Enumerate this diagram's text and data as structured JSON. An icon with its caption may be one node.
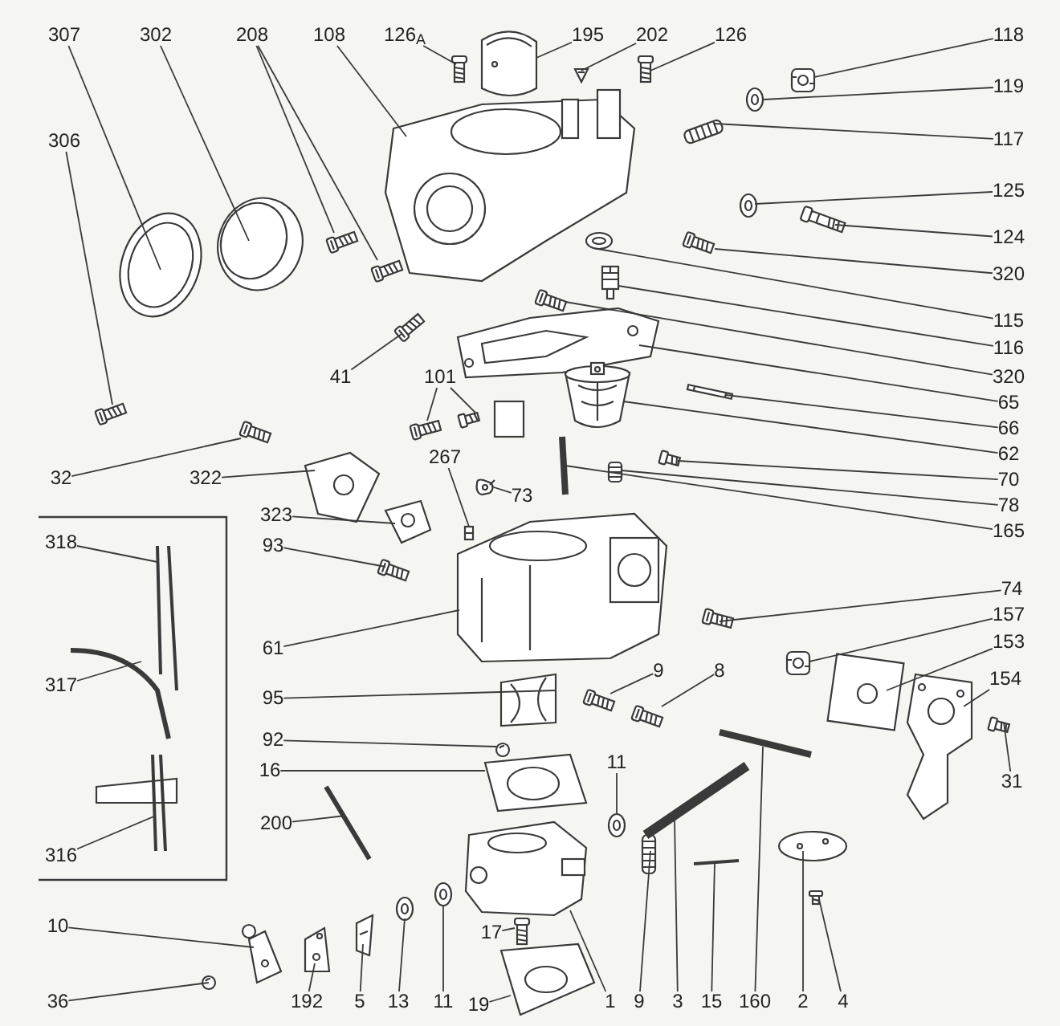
{
  "diagram": {
    "nodes": [
      {
        "text": [
          "307"
        ]
      },
      {
        "text": [
          "302"
        ]
      },
      {
        "text": [
          "208"
        ]
      },
      {
        "text": [
          "108"
        ]
      },
      {
        "text": [
          "126$_{A}$"
        ]
      },
      {
        "text": [
          "195"
        ]
      },
      {
        "text": [
          "202"
        ]
      },
      {
        "text": [
          "126"
        ]
      },
      {
        "text": [
          "118"
        ]
      },
      {
        "text": [
          "119"
        ]
      },
      {
        "text": [
          "117"
        ]
      },
      {
        "text": [
          "125"
        ]
      },
      {
        "text": [
          "124"
        ]
      },
      {
        "text": [
          "320"
        ]
      },
      {
        "text": [
          "115"
        ]
      },
      {
        "text": [
          "116"
        ]
      },
      {
        "text": [
          "320"
        ]
      },
      {
        "text": [
          "65"
        ]
      },
      {
        "text": [
          "66"
        ]
      },
      {
        "text": [
          "62"
        ]
      },
      {
        "text": [
          "70"
        ]
      },
      {
        "text": [
          "78"
        ]
      },
      {
        "text": [
          "165"
        ]
      },
      {
        "text": [
          "306"
        ]
      },
      {
        "text": [
          "41"
        ]
      },
      {
        "text": [
          "101"
        ]
      },
      {
        "text": [
          "32"
        ]
      },
      {
        "text": [
          "322"
        ]
      },
      {
        "text": [
          "267"
        ]
      },
      {
        "text": [
          "73"
        ]
      },
      {
        "text": [
          "323"
        ]
      },
      {
        "text": [
          "93"
        ]
      },
      {
        "text": [
          "61"
        ]
      },
      {
        "text": [
          "95"
        ]
      },
      {
        "text": [
          "92"
        ]
      },
      {
        "text": [
          "16"
        ]
      },
      {
        "text": [
          "200"
        ]
      },
      {
        "text": [
          "318"
        ]
      },
      {
        "text": [
          "317"
        ]
      },
      {
        "text": [
          "316"
        ]
      },
      {
        "text": [
          "10"
        ]
      },
      {
        "text": [
          "36"
        ]
      },
      {
        "text": [
          "192"
        ]
      },
      {
        "text": [
          "5"
        ]
      },
      {
        "text": [
          "13"
        ]
      },
      {
        "text": [
          "11"
        ]
      },
      {
        "text": [
          "19"
        ]
      },
      {
        "text": [
          "17"
        ]
      },
      {
        "text": [
          "1"
        ]
      },
      {
        "text": [
          "9"
        ]
      },
      {
        "text": [
          "3"
        ]
      },
      {
        "text": [
          "15"
        ]
      },
      {
        "text": [
          "160"
        ]
      },
      {
        "text": [
          "2"
        ]
      },
      {
        "text": [
          "4"
        ]
      },
      {
        "text": [
          "11"
        ]
      },
      {
        "text": [
          "9"
        ]
      },
      {
        "text": [
          "8"
        ]
      },
      {
        "text": [
          "74"
        ]
      },
      {
        "text": [
          "157"
        ]
      },
      {
        "text": [
          "153"
        ]
      },
      {
        "text": [
          "154"
        ]
      },
      {
        "text": [
          "31"
        ]
      },
      {
        "text": [],
        "shape": "picture"
      },
      {
        "text": [],
        "shape": "picture"
      },
      {
        "text": [],
        "shape": "picture"
      },
      {
        "text": [],
        "shape": "picture"
      },
      {
        "text": [],
        "shape": "picture"
      },
      {
        "text": [],
        "shape": "picture"
      },
      {
        "text": [],
        "shape": "picture"
      },
      {
        "text": [],
        "shape": "picture"
      },
      {
        "text": [],
        "shape": "picture"
      },
      {
        "text": [],
        "shape": "picture"
      },
      {
        "text": [],
        "shape": "picture"
      },
      {
        "text": [],
        "shape": "picture"
      },
      {
        "text": [],
        "shape": "picture"
      },
      {
        "text": [],
        "shape": "picture"
      },
      {
        "text": [],
        "shape": "picture"
      },
      {
        "text": [],
        "shape": "picture"
      },
      {
        "text": [],
        "shape": "picture"
      },
      {
        "text": [],
        "shape": "picture"
      },
      {
        "text": [],
        "shape": "picture"
      },
      {
        "text": [],
        "shape": "picture"
      },
      {
        "text": [],
        "shape": "picture"
      },
      {
        "text": [],
        "shape": "picture"
      },
      {
        "text": [],
        "shape": "picture"
      },
      {
        "text": [],
        "shape": "picture"
      },
      {
        "text": [],
        "shape": "picture"
      },
      {
        "text": [],
        "shape": "picture"
      },
      {
        "text": [],
        "shape": "picture"
      },
      {
        "text": [],
        "shape": "picture"
      },
      {
        "text": [],
        "shape": "picture"
      },
      {
        "text": [],
        "shape": "picture"
      },
      {
        "text": [],
        "shape": "picture"
      },
      {
        "text": [],
        "shape": "picture"
      },
      {
        "text": [],
        "shape": "picture"
      },
      {
        "text": [],
        "shape": "picture"
      },
      {
        "text": [],
        "shape": "picture"
      },
      {
        "text": [],
        "shape": "picture"
      },
      {
        "text": [],
        "shape": "picture"
      },
      {
        "text": [],
        "shape": "picture"
      },
      {
        "text": [],
        "shape": "picture"
      },
      {
        "text": [],
        "shape": "picture"
      },
      {
        "text": [],
        "shape": "picture"
      },
      {
        "text": [],
        "shape": "picture"
      },
      {
        "text": [],
        "shape": "picture"
      },
      {
        "text": [],
        "shape": "picture"
      },
      {
        "text": [],
        "shape": "picture"
      },
      {
        "text": [],
        "shape": "picture"
      },
      {
        "text": [],
        "shape": "picture"
      },
      {
        "text": [],
        "shape": "picture"
      },
      {
        "text": [],
        "shape": "picture"
      },
      {
        "text": [],
        "shape": "picture"
      },
      {
        "text": [],
        "shape": "picture"
      },
      {
        "text": [],
        "shape": "picture"
      },
      {
        "text": [],
        "shape": "picture"
      },
      {
        "text": [],
        "shape": "picture"
      },
      {
        "text": [],
        "shape": "picture"
      },
      {
        "text": [],
        "shape": "picture"
      },
      {
        "text": [],
        "shape": "picture"
      },
      {
        "text": [],
        "shape": "picture"
      },
      {
        "text": [],
        "shape": "picture"
      },
      {
        "text": [],
        "shape": "picture"
      },
      {
        "text": [],
        "shape": "picture"
      },
      {
        "text": [],
        "shape": "picture"
      },
      {
        "text": [],
        "shape": "picture"
      },
      {
        "text": [],
        "shape": "picture"
      },
      {
        "text": [],
        "shape": "picture"
      }
    ],
    "edges": [
      {
        "from": 0,
        "to": 63,
        "arrow": "none"
      },
      {
        "from": 1,
        "to": 64,
        "arrow": "none"
      },
      {
        "from": 2,
        "to": 65,
        "arrow": "none"
      },
      {
        "from": 2,
        "to": 66,
        "arrow": "none"
      },
      {
        "from": 3,
        "to": 67,
        "arrow": "none"
      },
      {
        "from": 4,
        "to": 68,
        "arrow": "none"
      },
      {
        "from": 5,
        "to": 69,
        "arrow": "none"
      },
      {
        "from": 6,
        "to": 70,
        "arrow": "none"
      },
      {
        "from": 7,
        "to": 71,
        "arrow": "none"
      },
      {
        "from": 8,
        "to": 72,
        "arrow": "none"
      },
      {
        "from": 9,
        "to": 73,
        "arrow": "none"
      },
      {
        "from": 10,
        "to": 74,
        "arrow": "none"
      },
      {
        "from": 11,
        "to": 75,
        "arrow": "none"
      },
      {
        "from": 12,
        "to": 76,
        "arrow": "none"
      },
      {
        "from": 13,
        "to": 77,
        "arrow": "none"
      },
      {
        "from": 14,
        "to": 78,
        "arrow": "none"
      },
      {
        "from": 15,
        "to": 79,
        "arrow": "none"
      },
      {
        "from": 16,
        "to": 80,
        "arrow": "none"
      },
      {
        "from": 17,
        "to": 81,
        "arrow": "none"
      },
      {
        "from": 18,
        "to": 82,
        "arrow": "none"
      },
      {
        "from": 19,
        "to": 83,
        "arrow": "none"
      },
      {
        "from": 20,
        "to": 84,
        "arrow": "none"
      },
      {
        "from": 21,
        "to": 85,
        "arrow": "none"
      },
      {
        "from": 22,
        "to": 86,
        "arrow": "none"
      },
      {
        "from": 23,
        "to": 87,
        "arrow": "none"
      },
      {
        "from": 24,
        "to": 88,
        "arrow": "none"
      },
      {
        "from": 25,
        "to": 89,
        "arrow": "none"
      },
      {
        "from": 25,
        "to": 90,
        "arrow": "none"
      },
      {
        "from": 26,
        "to": 91,
        "arrow": "none"
      },
      {
        "from": 27,
        "to": 92,
        "arrow": "none"
      },
      {
        "from": 28,
        "to": 93,
        "arrow": "none"
      },
      {
        "from": 29,
        "to": 94,
        "arrow": "none"
      },
      {
        "from": 30,
        "to": 95,
        "arrow": "none"
      },
      {
        "from": 31,
        "to": 96,
        "arrow": "none"
      },
      {
        "from": 32,
        "to": 97,
        "arrow": "none"
      },
      {
        "from": 33,
        "to": 98,
        "arrow": "none"
      },
      {
        "from": 34,
        "to": 99,
        "arrow": "none"
      },
      {
        "from": 35,
        "to": 100,
        "arrow": "none"
      },
      {
        "from": 36,
        "to": 101,
        "arrow": "none"
      },
      {
        "from": 37,
        "to": 102,
        "arrow": "none"
      },
      {
        "from": 38,
        "to": 103,
        "arrow": "none"
      },
      {
        "from": 39,
        "to": 104,
        "arrow": "none"
      },
      {
        "from": 40,
        "to": 105,
        "arrow": "none"
      },
      {
        "from": 41,
        "to": 106,
        "arrow": "none"
      },
      {
        "from": 42,
        "to": 107,
        "arrow": "none"
      },
      {
        "from": 43,
        "to": 108,
        "arrow": "none"
      },
      {
        "from": 44,
        "to": 109,
        "arrow": "none"
      },
      {
        "from": 45,
        "to": 110,
        "arrow": "none"
      },
      {
        "from": 46,
        "to": 111,
        "arrow": "none"
      },
      {
        "from": 47,
        "to": 112,
        "arrow": "none"
      },
      {
        "from": 48,
        "to": 113,
        "arrow": "none"
      },
      {
        "from": 49,
        "to": 114,
        "arrow": "none"
      },
      {
        "from": 50,
        "to": 115,
        "arrow": "none"
      },
      {
        "from": 51,
        "to": 116,
        "arrow": "none"
      },
      {
        "from": 52,
        "to": 117,
        "arrow": "none"
      },
      {
        "from": 53,
        "to": 118,
        "arrow": "none"
      },
      {
        "from": 54,
        "to": 119,
        "arrow": "none"
      },
      {
        "from": 55,
        "to": 120,
        "arrow": "none"
      },
      {
        "from": 56,
        "to": 121,
        "arrow": "none"
      },
      {
        "from": 57,
        "to": 122,
        "arrow": "none"
      },
      {
        "from": 58,
        "to": 123,
        "arrow": "none"
      },
      {
        "from": 59,
        "to": 124,
        "arrow": "none"
      },
      {
        "from": 60,
        "to": 125,
        "arrow": "none"
      },
      {
        "from": 61,
        "to": 126,
        "arrow": "none"
      },
      {
        "from": 62,
        "to": 127,
        "arrow": "none"
      }
    ]
  }
}
